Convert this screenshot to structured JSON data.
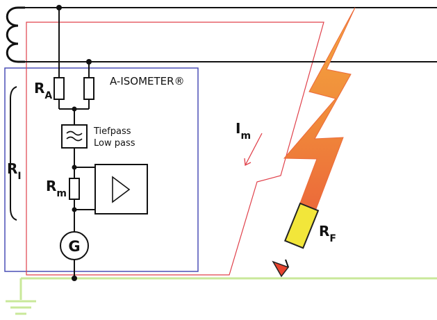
{
  "labels": {
    "device": "A-ISOMETER®",
    "ra_main": "R",
    "ra_sub": "A",
    "ri_main": "R",
    "ri_sub": "I",
    "rm_main": "R",
    "rm_sub": "m",
    "im_main": "I",
    "im_sub": "m",
    "rf_main": "R",
    "rf_sub": "F",
    "lowpass_de": "Tiefpass",
    "lowpass_en": "Low pass",
    "generator": "G"
  },
  "colors": {
    "conductor": "#111111",
    "device_box": "#4a4fb5",
    "measuring_path": "#e0404a",
    "earth": "#c9e89a",
    "fault_resistor": "#f2e63a",
    "fault_arrow": "#e8432e"
  },
  "icons": {
    "lowpass": "lowpass-filter-icon",
    "amplifier": "amplifier-triangle-icon",
    "generator": "generator-circle-icon",
    "earth": "earth-ground-icon",
    "transformer": "transformer-coil-icon",
    "fault": "lightning-fault-icon"
  }
}
